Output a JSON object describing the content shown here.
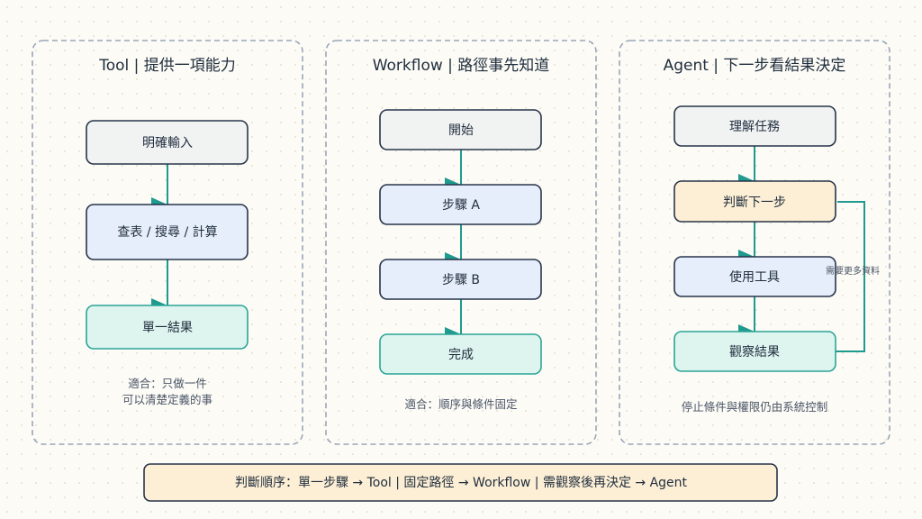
{
  "colors": {
    "panel_border": "#9aa6b8",
    "node_border": "#27344a",
    "gray_fill": "#f1f2f2",
    "blue_fill": "#e7eefb",
    "green_fill": "#def4ef",
    "green_border": "#2aa596",
    "cream_fill": "#fdefd5",
    "arrow": "#1e9a8e"
  },
  "panels": {
    "tool": {
      "title": "Tool | 提供一項能力",
      "nodes": [
        "明確輸入",
        "查表 / 搜尋 / 計算",
        "單一結果"
      ],
      "note_lines": [
        "適合：只做一件",
        "可以清楚定義的事"
      ]
    },
    "workflow": {
      "title": "Workflow | 路徑事先知道",
      "nodes": [
        "開始",
        "步驟 A",
        "步驟 B",
        "完成"
      ],
      "note_lines": [
        "適合：順序與條件固定"
      ]
    },
    "agent": {
      "title": "Agent | 下一步看結果決定",
      "nodes": [
        "理解任務",
        "判斷下一步",
        "使用工具",
        "觀察結果"
      ],
      "loop_label": "需要更多資料",
      "note_lines": [
        "停止條件與權限仍由系統控制"
      ]
    }
  },
  "banner": {
    "text": "判斷順序：單一步驟 → Tool | 固定路徑 → Workflow | 需觀察後再決定 → Agent"
  }
}
